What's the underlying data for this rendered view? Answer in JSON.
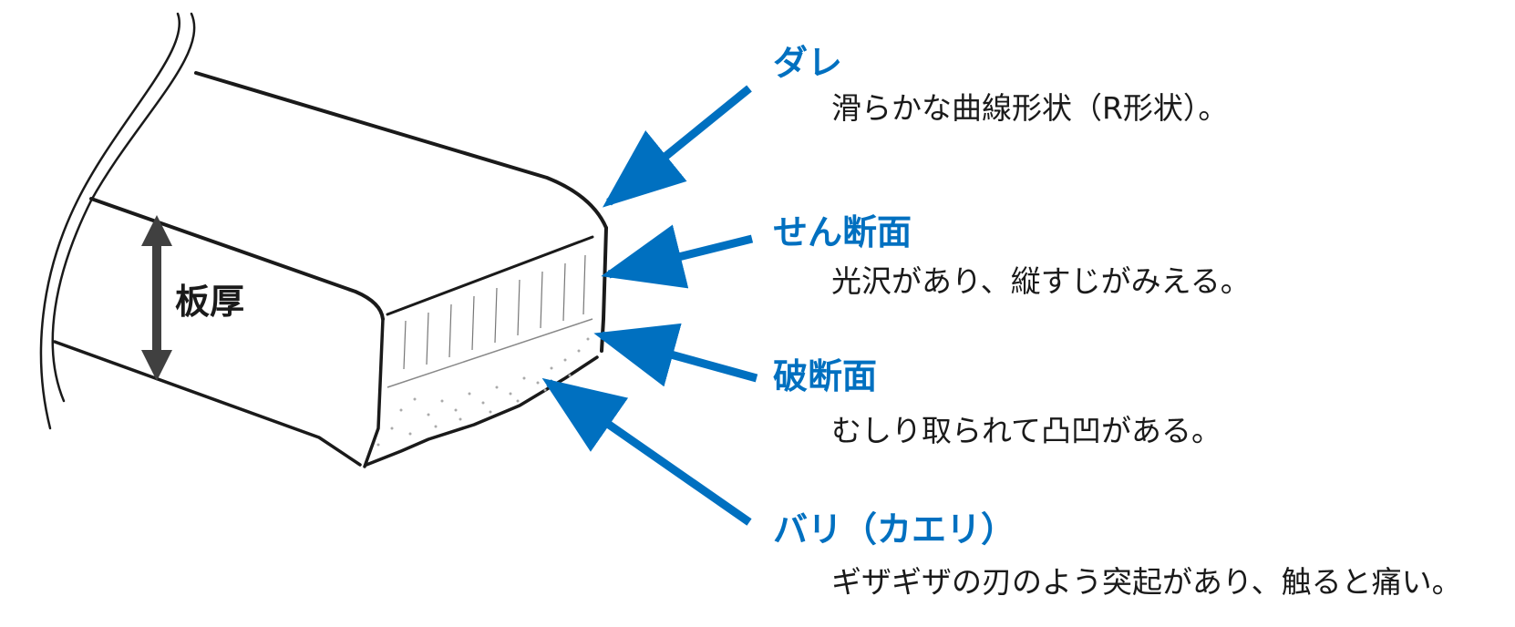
{
  "thickness_label": "板厚",
  "labels": [
    {
      "term": "ダレ",
      "description": "滑らかな曲線形状（R形状）。"
    },
    {
      "term": "せん断面",
      "description": "光沢があり、縦すじがみえる。"
    },
    {
      "term": "破断面",
      "description": "むしり取られて凸凹がある。"
    },
    {
      "term": "バリ（カエリ）",
      "description": "ギザギザの刃のよう突起があり、触ると痛い。"
    }
  ],
  "colors": {
    "accent": "#0070c0",
    "outline": "#1a1a1a",
    "thickness_arrow": "#404040"
  }
}
